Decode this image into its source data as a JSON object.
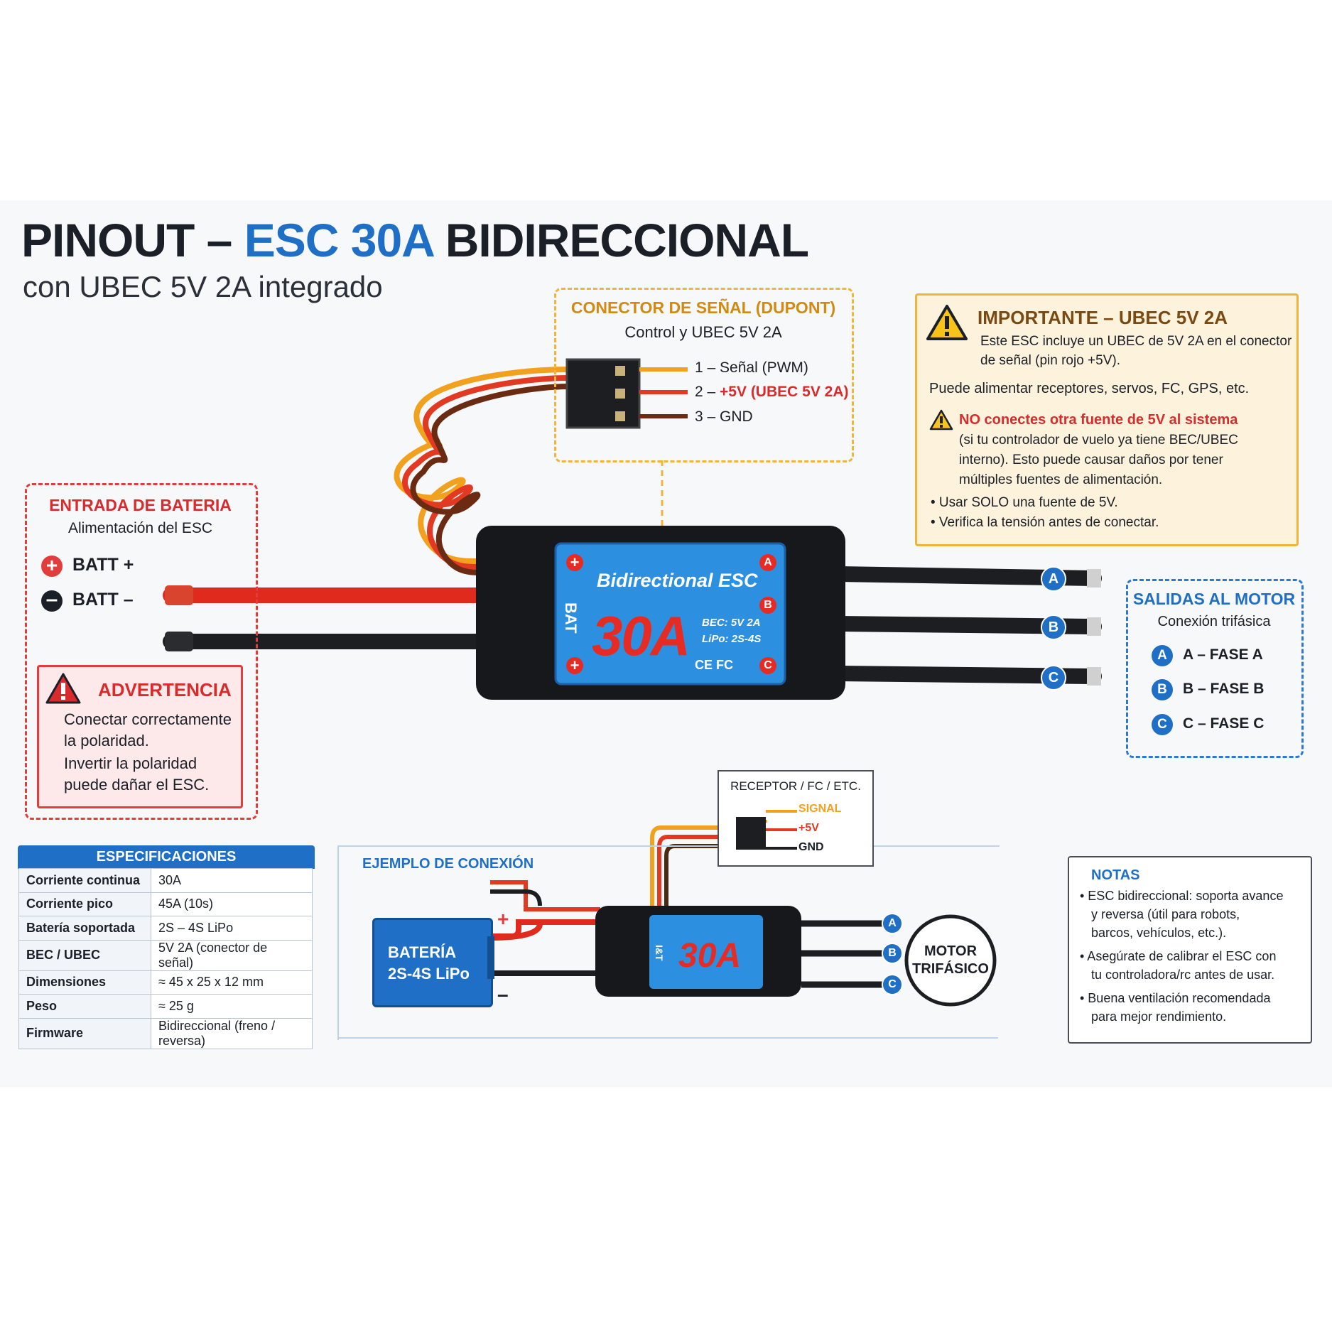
{
  "title": {
    "part1": "PINOUT – ",
    "part2": "ESC 30A",
    "part3": " BIDIRECCIONAL",
    "subtitle": "con UBEC 5V 2A integrado"
  },
  "signal_connector": {
    "heading": "CONECTOR DE SEÑAL (DUPONT)",
    "subheading": "Control y UBEC 5V 2A",
    "pin1": "1 – Señal (PWM)",
    "pin2_prefix": "2 – ",
    "pin2_value": "+5V (UBEC 5V 2A)",
    "pin3": "3 – GND"
  },
  "important": {
    "heading": "IMPORTANTE – UBEC 5V 2A",
    "line1": "Este ESC incluye un UBEC de 5V 2A en el conector",
    "line2": "de señal (pin rojo +5V).",
    "line3": "Puede alimentar receptores, servos, FC, GPS, etc.",
    "warn_heading": "NO conectes otra fuente de 5V al sistema",
    "warn_l1": "(si tu controlador de vuelo ya tiene BEC/UBEC",
    "warn_l2": "interno). Esto puede causar daños por tener",
    "warn_l3": "múltiples fuentes de alimentación.",
    "bullet1": "• Usar SOLO una fuente de 5V.",
    "bullet2": "• Verifica la tensión antes de conectar."
  },
  "battery_input": {
    "heading": "ENTRADA DE BATERIA",
    "subheading": "Alimentación del ESC",
    "plus_label": "BATT +",
    "minus_label": "BATT –"
  },
  "warning": {
    "heading": "ADVERTENCIA",
    "l1": "Conectar correctamente",
    "l2": "la polaridad.",
    "l3": "Invertir la polaridad",
    "l4": "puede dañar el ESC."
  },
  "esc_label": {
    "title": "Bidirectional ESC",
    "rating": "30A",
    "bec": "BEC: 5V 2A",
    "lipo": "LiPo: 2S-4S",
    "bat": "BAT",
    "marks": "CE FC",
    "plus": "+",
    "a": "A",
    "b": "B",
    "c": "C"
  },
  "motor_outputs": {
    "heading": "SALIDAS AL MOTOR",
    "subheading": "Conexión trifásica",
    "a_label": "A – FASE A",
    "b_label": "B – FASE B",
    "c_label": "C – FASE C",
    "a": "A",
    "b": "B",
    "c": "C"
  },
  "specs": {
    "heading": "ESPECIFICACIONES",
    "rows": [
      {
        "k": "Corriente continua",
        "v": "30A"
      },
      {
        "k": "Corriente pico",
        "v": "45A (10s)"
      },
      {
        "k": "Batería soportada",
        "v": "2S – 4S LiPo"
      },
      {
        "k": "BEC / UBEC",
        "v": "5V 2A (conector de señal)"
      },
      {
        "k": "Dimensiones",
        "v": "≈ 45 x 25 x 12 mm"
      },
      {
        "k": "Peso",
        "v": "≈ 25 g"
      },
      {
        "k": "Firmware",
        "v": "Bidireccional (freno / reversa)"
      }
    ]
  },
  "example": {
    "heading": "EJEMPLO DE CONEXIÓN",
    "battery_l1": "BATERÍA",
    "battery_l2": "2S-4S LiPo",
    "plus": "+",
    "minus": "–",
    "receiver": "RECEPTOR / FC / ETC.",
    "sig": "SIGNAL",
    "v5": "+5V",
    "gnd": "GND",
    "esc_rating": "30A",
    "esc_brand": "I&T",
    "motor_l1": "MOTOR",
    "motor_l2": "TRIFÁSICO"
  },
  "notes": {
    "heading": "NOTAS",
    "n1a": "• ESC bidireccional: soporta avance",
    "n1b": "y reversa (útil para robots,",
    "n1c": "barcos, vehículos, etc.).",
    "n2a": "• Asegúrate de calibrar el ESC con",
    "n2b": "tu controladora/rc antes de usar.",
    "n3a": "• Buena ventilación recomendada",
    "n3b": "para mejor rendimiento."
  },
  "colors": {
    "accent_blue": "#1f6fc6",
    "warn_red": "#e23c3c",
    "amber": "#f0b43a"
  }
}
